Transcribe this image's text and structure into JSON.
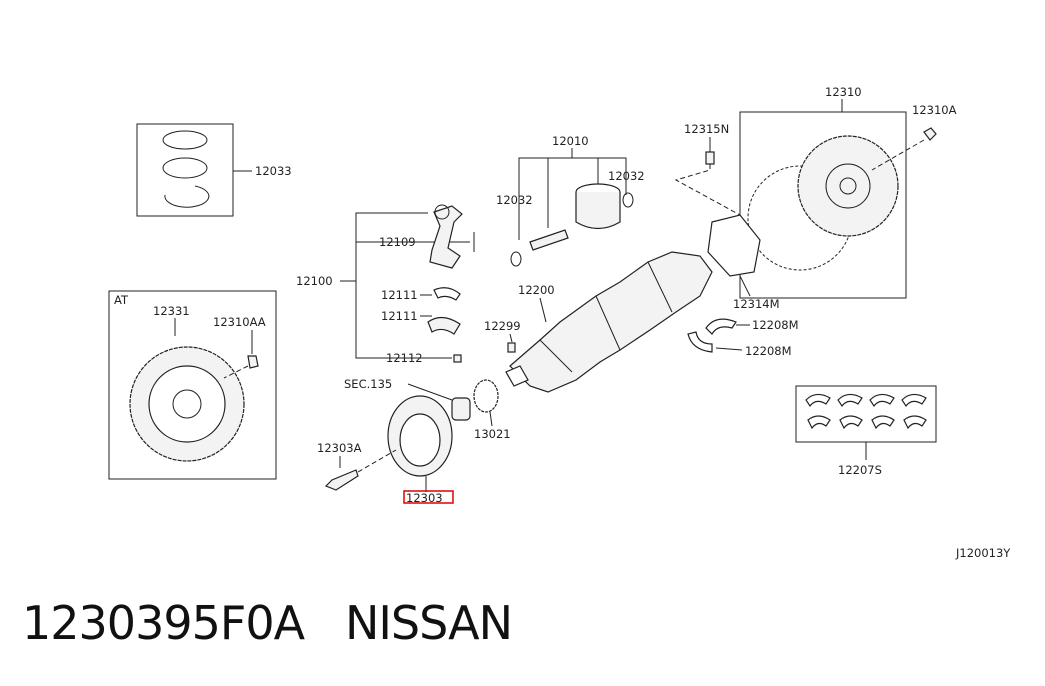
{
  "labels": {
    "ring_set": "12033",
    "piston_assy": "12010",
    "pin_left": "12032",
    "pin_right": "12032",
    "flywheel": "12310",
    "flywheel_bolt": "12310A",
    "bolt_n": "12315N",
    "conrod_bolt": "12109",
    "conrod_assy": "12100",
    "bearing_upper": "12111",
    "bearing_lower": "12111",
    "nut": "12112",
    "crankshaft": "12200",
    "key": "12299",
    "plate": "12314M",
    "thrust_upper": "12208M",
    "thrust_lower": "12208M",
    "at_tag": "AT",
    "drive_plate": "12331",
    "drive_plate_bolt": "12310AA",
    "sec_ref": "SEC.135",
    "sprocket": "13021",
    "pulley_bolt": "12303A",
    "pulley": "12303",
    "main_bearings": "12207S",
    "diagram_code": "J120013Y"
  },
  "caption": {
    "part_number": "1230395F0A",
    "brand": "NISSAN"
  },
  "colors": {
    "line": "#222222",
    "highlight": "#e00000",
    "background": "#ffffff"
  }
}
